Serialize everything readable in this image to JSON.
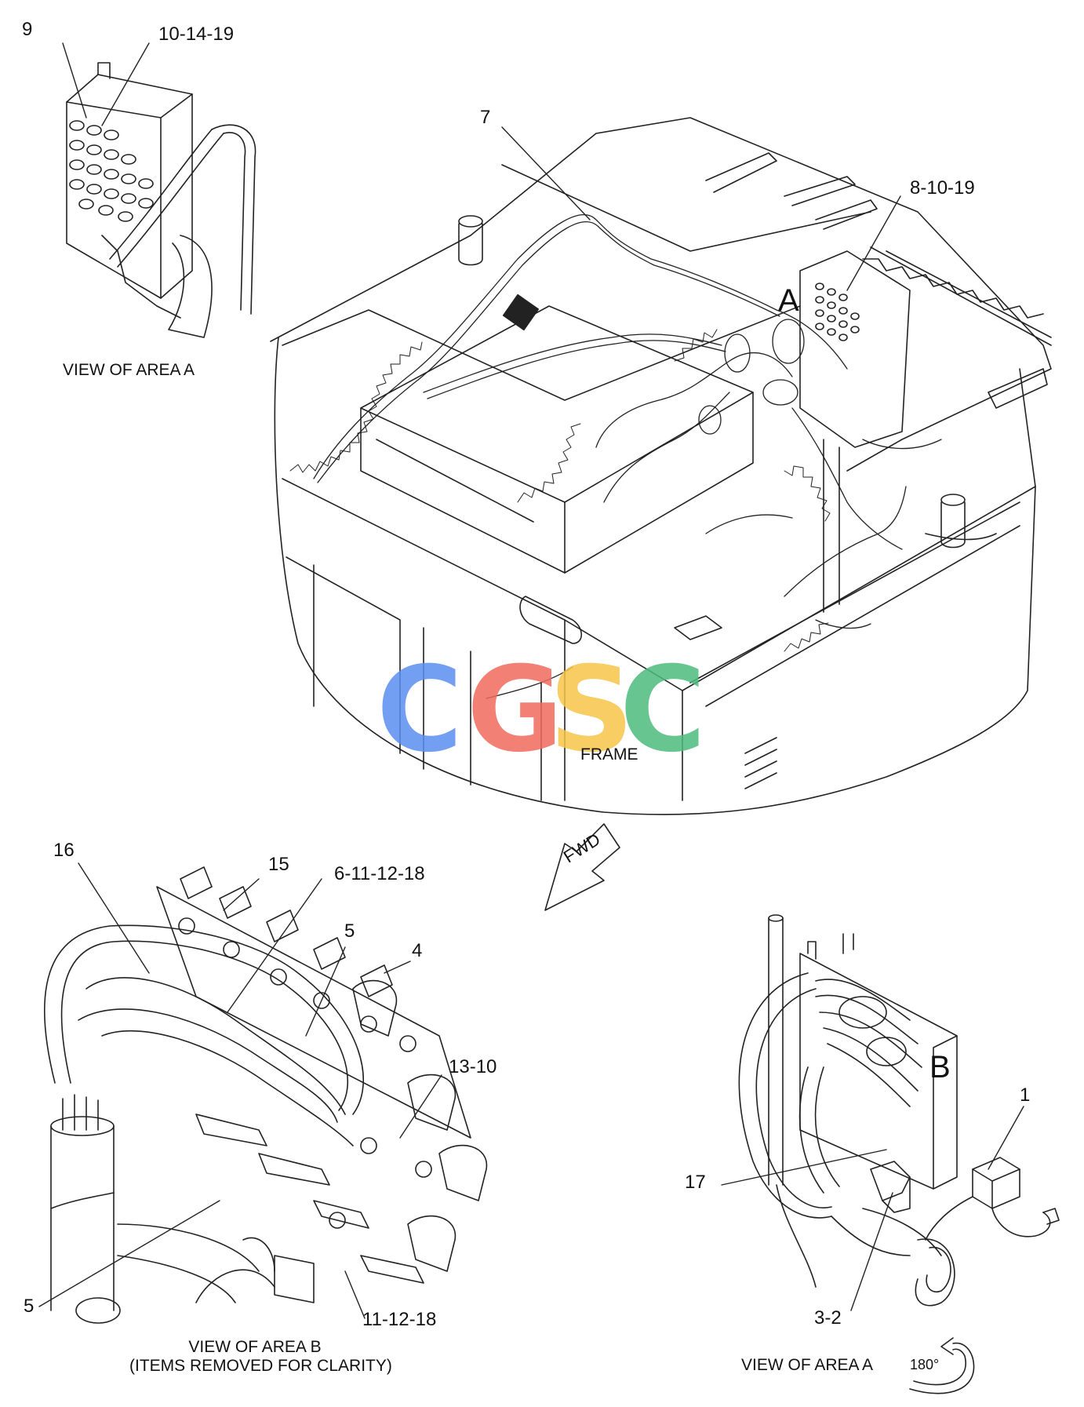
{
  "watermark": {
    "letters": [
      {
        "char": "C",
        "color": "#5b8ff0"
      },
      {
        "char": "G",
        "color": "#f06a5c"
      },
      {
        "char": "S",
        "color": "#f6c54a"
      },
      {
        "char": "C",
        "color": "#4dbb7d"
      }
    ]
  },
  "callouts": {
    "top_left": {
      "c9": "9",
      "c10_14_19": "10-14-19"
    },
    "main": {
      "c7": "7",
      "c8_10_19": "8-10-19",
      "area_a": "A",
      "frame": "FRAME"
    },
    "fwd": "FWD",
    "area_b": {
      "c16": "16",
      "c15": "15",
      "c6_11_12_18": "6-11-12-18",
      "c5_top": "5",
      "c4": "4",
      "c13_10": "13-10",
      "c5_bottom": "5",
      "c11_12_18": "11-12-18"
    },
    "area_a_rot": {
      "c1": "1",
      "c17": "17",
      "c3_2": "3-2",
      "area_b": "B",
      "angle": "180°"
    }
  },
  "captions": {
    "view_area_a_top": "VIEW OF AREA  A",
    "view_area_b_line1": "VIEW OF AREA  B",
    "view_area_b_line2": "(ITEMS REMOVED FOR CLARITY)",
    "view_area_a_bottom": "VIEW OF AREA  A"
  }
}
